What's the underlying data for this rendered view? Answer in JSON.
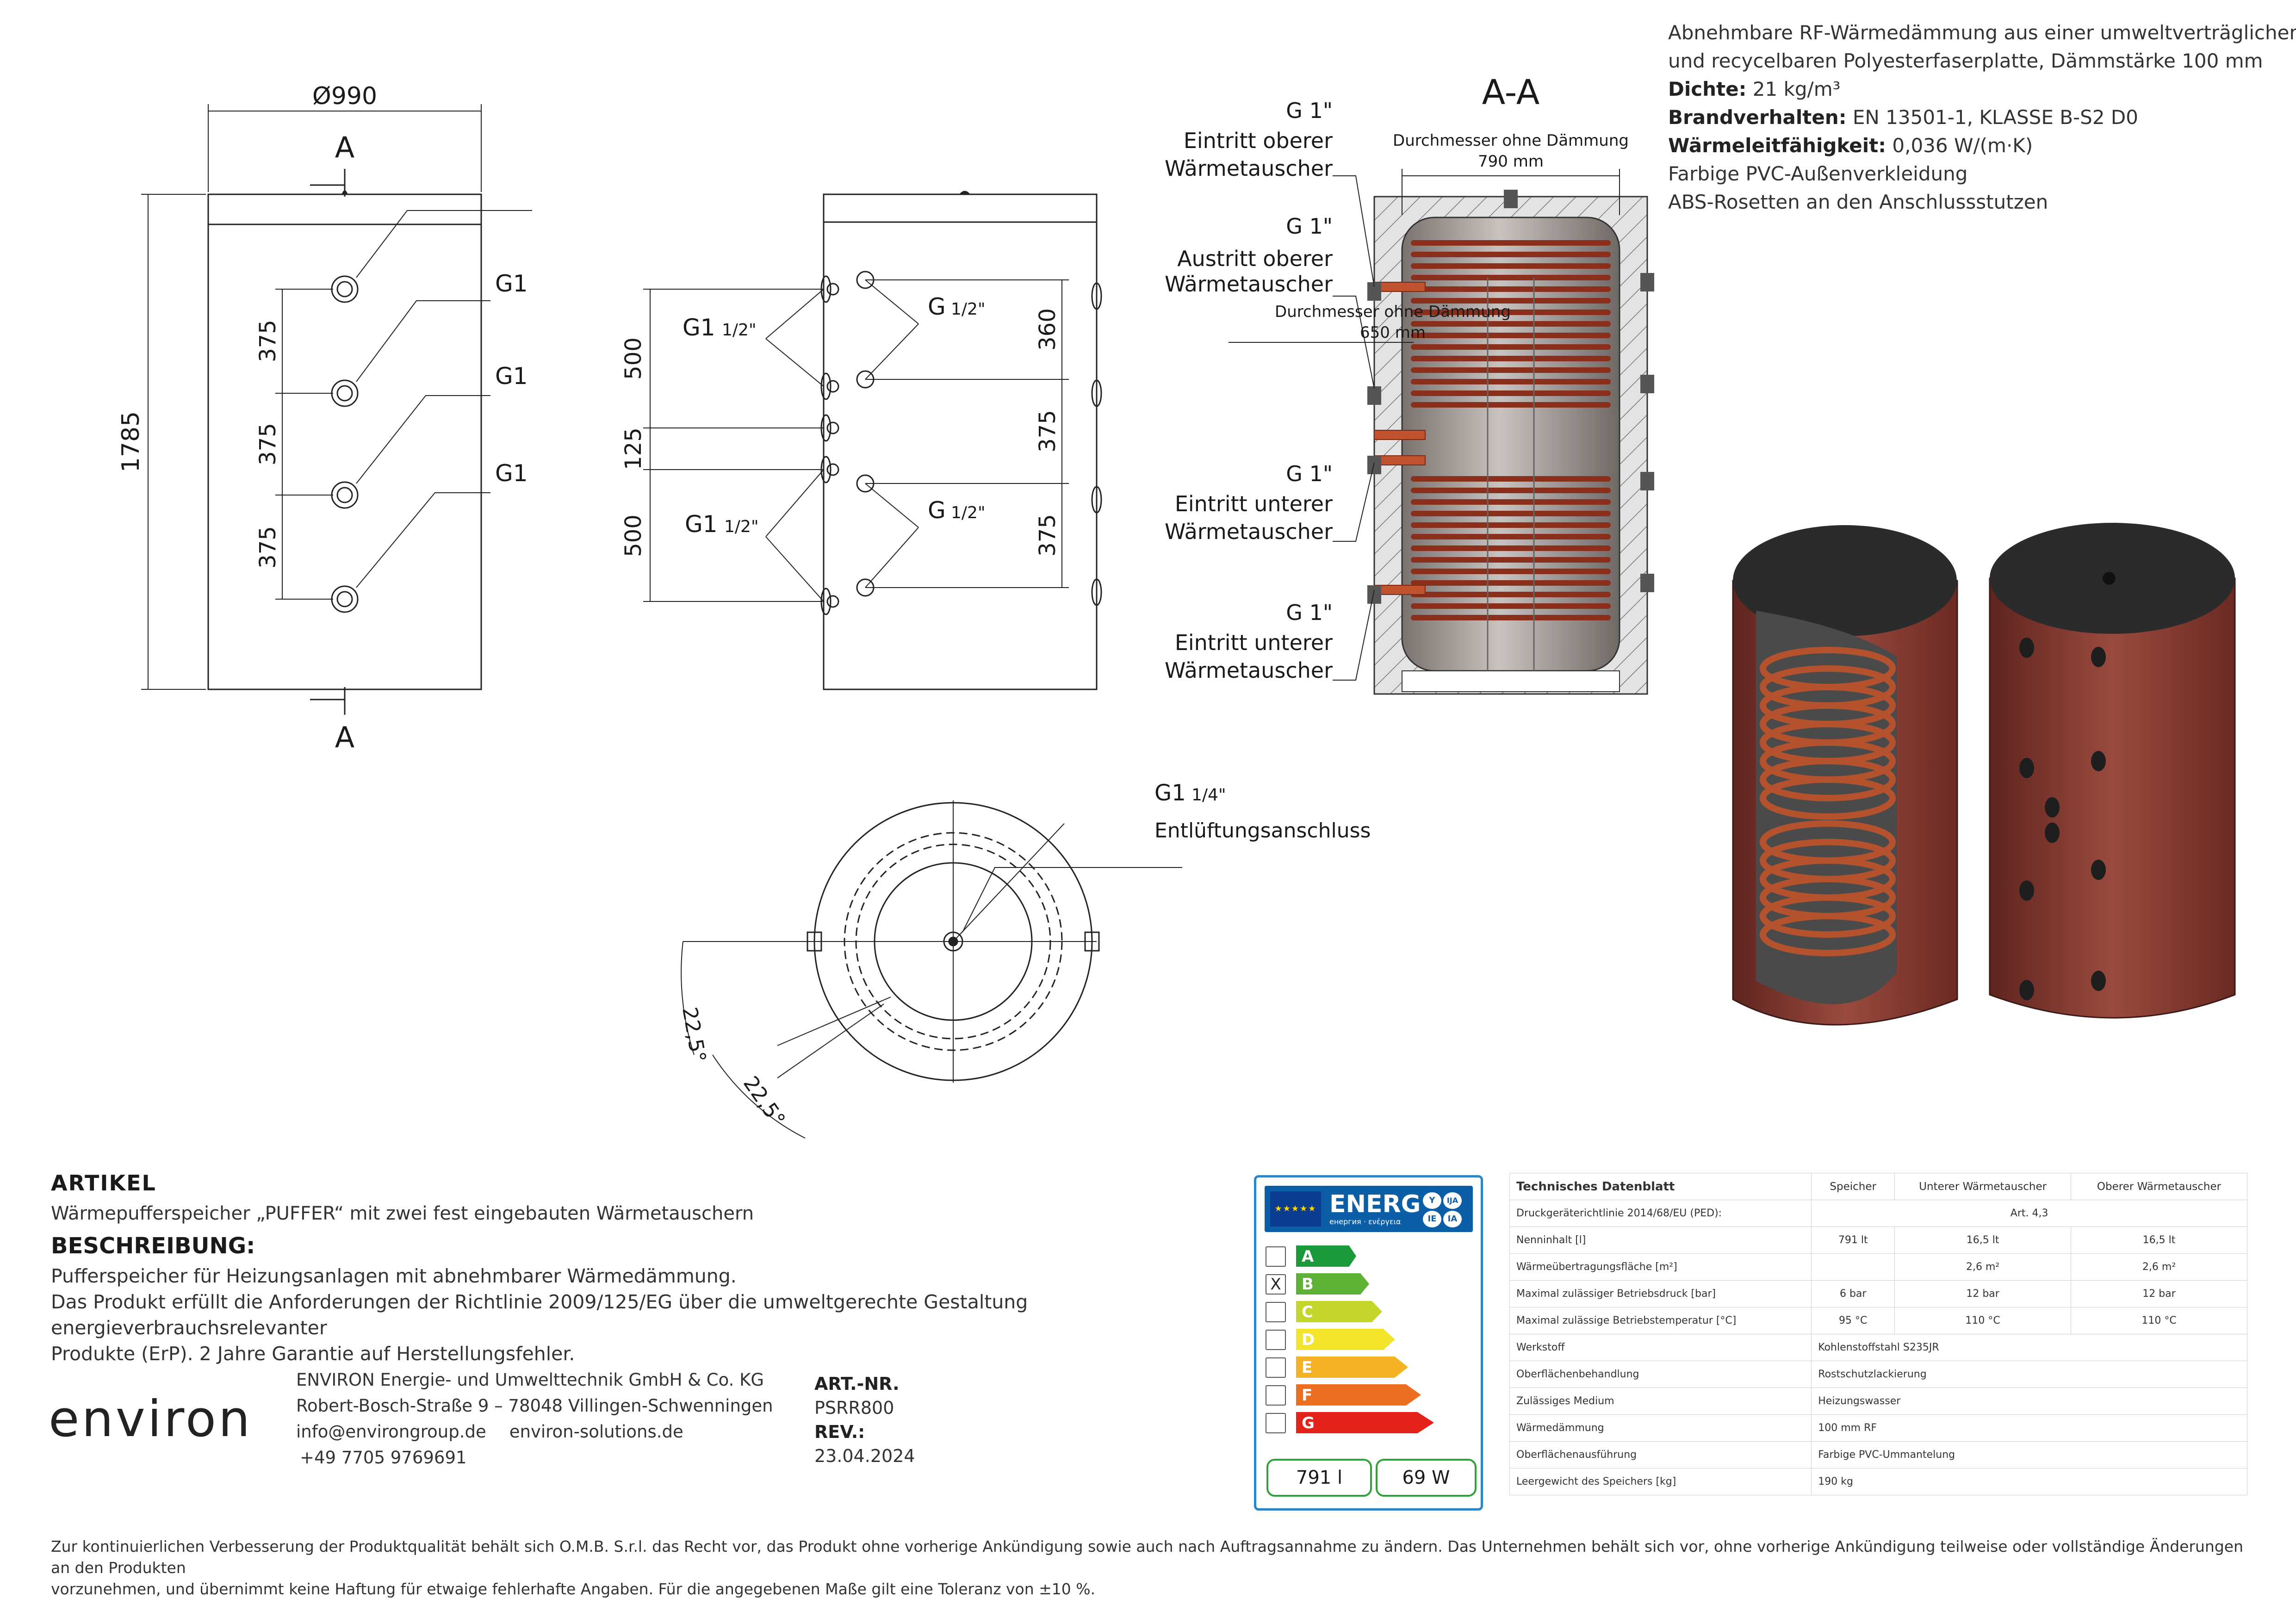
{
  "drawing": {
    "dia_outer": "Ø990",
    "height_total": "1785",
    "section_mark": "A",
    "section_title": "A-A",
    "dim_375": "375",
    "dim_500": "500",
    "dim_125": "125",
    "dim_360": "360",
    "thread_g1": "G1",
    "thread_g": "G",
    "frac_half": "1/2\"",
    "frac_quarter": "1/4\"",
    "angle": "22,5°",
    "section_labels": {
      "g1": "G 1\"",
      "inlet_upper_1": "Eintritt oberer",
      "inlet_upper_2": "Wärmetauscher",
      "outlet_upper_1": "Austritt oberer",
      "outlet_upper_2": "Wärmetauscher",
      "inlet_lower_1": "Eintritt unterer",
      "inlet_lower_2": "Wärmetauscher",
      "dia_without_insulation": "Durchmesser ohne Dämmung",
      "dia_790": "790 mm",
      "dia_650": "650 mm"
    },
    "vent_label": "Entlüftungsanschluss"
  },
  "spec": {
    "line1": "Abnehmbare RF-Wärmedämmung aus einer umweltverträglichen",
    "line2": "und recycelbaren Polyesterfaserplatte, Dämmstärke 100 mm",
    "density_label": "Dichte:",
    "density_value": " 21 kg/m³",
    "fire_label": "Brandverhalten:",
    "fire_value": " EN 13501-1, KLASSE B-S2 D0",
    "conductivity_label": "Wärmeleitfähigkeit:",
    "conductivity_value": " 0,036 W/(m·K)",
    "line6": "Farbige PVC-Außenverkleidung",
    "line7": "ABS-Rosetten an den Anschlussstutzen"
  },
  "article": {
    "heading": "ARTIKEL",
    "text": "Wärmepufferspeicher „PUFFER“ mit zwei fest eingebauten Wärmetauschern",
    "desc_heading": "BESCHREIBUNG:",
    "desc1": "Pufferspeicher für Heizungsanlagen mit abnehmbarer Wärmedämmung.",
    "desc2": "Das Produkt erfüllt die Anforderungen der Richtlinie 2009/125/EG über die umweltgerechte Gestaltung energieverbrauchsrelevanter",
    "desc3": "Produkte (ErP). 2 Jahre Garantie auf Herstellungsfehler."
  },
  "company": {
    "logo": "environ",
    "name": "ENVIRON Energie- und Umwelttechnik GmbH & Co. KG",
    "address": "Robert-Bosch-Straße 9 – 78048 Villingen-Schwenningen",
    "email": "info@environgroup.de",
    "web": "environ-solutions.de",
    "phone": "+49 7705 9769691"
  },
  "artnr": {
    "label": "ART.-NR.",
    "value": "PSRR800",
    "rev_label": "REV.:",
    "rev_value": "23.04.2024"
  },
  "energy": {
    "header": "ENERG",
    "subtitle": "енергия · ενέργεια",
    "lang_badges": [
      "Y",
      "IJA",
      "IE",
      "IA"
    ],
    "classes": [
      {
        "letter": "A",
        "color": "#1a9a3a",
        "checked": ""
      },
      {
        "letter": "B",
        "color": "#5db135",
        "checked": "X"
      },
      {
        "letter": "C",
        "color": "#c5d62a",
        "checked": ""
      },
      {
        "letter": "D",
        "color": "#f2e52b",
        "checked": ""
      },
      {
        "letter": "E",
        "color": "#f5b324",
        "checked": ""
      },
      {
        "letter": "F",
        "color": "#ec6e21",
        "checked": ""
      },
      {
        "letter": "G",
        "color": "#e3221b",
        "checked": ""
      }
    ],
    "volume": "791 l",
    "loss": "69 W"
  },
  "tech": {
    "headers": [
      "Technisches Datenblatt",
      "Speicher",
      "Unterer Wärmetauscher",
      "Oberer Wärmetauscher"
    ],
    "rows": [
      {
        "label": "Druckgeräterichtlinie 2014/68/EU (PED):",
        "span": "Art. 4,3"
      },
      {
        "label": "Nenninhalt [l]",
        "v1": "791 lt",
        "v2": "16,5 lt",
        "v3": "16,5 lt"
      },
      {
        "label": "Wärmeübertragungsfläche [m²]",
        "v1": "",
        "v2": "2,6 m²",
        "v3": "2,6 m²"
      },
      {
        "label": "Maximal zulässiger Betriebsdruck [bar]",
        "v1": "6 bar",
        "v2": "12 bar",
        "v3": "12 bar"
      },
      {
        "label": "Maximal zulässige Betriebstemperatur [°C]",
        "v1": "95 °C",
        "v2": "110 °C",
        "v3": "110 °C"
      },
      {
        "label": "Werkstoff",
        "wide": "Kohlenstoffstahl S235JR"
      },
      {
        "label": "Oberflächenbehandlung",
        "wide": "Rostschutzlackierung"
      },
      {
        "label": "Zulässiges Medium",
        "wide": "Heizungswasser"
      },
      {
        "label": "Wärmedämmung",
        "wide": "100 mm RF"
      },
      {
        "label": "Oberflächenausführung",
        "wide": "Farbige PVC-Ummantelung"
      },
      {
        "label": "Leergewicht des Speichers [kg]",
        "wide": "190 kg"
      }
    ]
  },
  "footer": {
    "line1": "Zur kontinuierlichen Verbesserung der Produktqualität behält sich O.M.B. S.r.l. das Recht vor, das Produkt ohne vorherige Ankündigung sowie auch nach Auftragsannahme zu ändern. Das Unternehmen behält sich vor, ohne vorherige Ankündigung teilweise oder vollständige Änderungen an den Produkten",
    "line2": "vorzunehmen, und übernimmt keine Haftung für etwaige fehlerhafte Angaben. Für die angegebenen Maße gilt eine Toleranz von ±10 %."
  },
  "colors": {
    "jacket": "#8a3a32",
    "coil": "#b5522e",
    "lid": "#2b2b2b",
    "hatch": "#999999"
  }
}
